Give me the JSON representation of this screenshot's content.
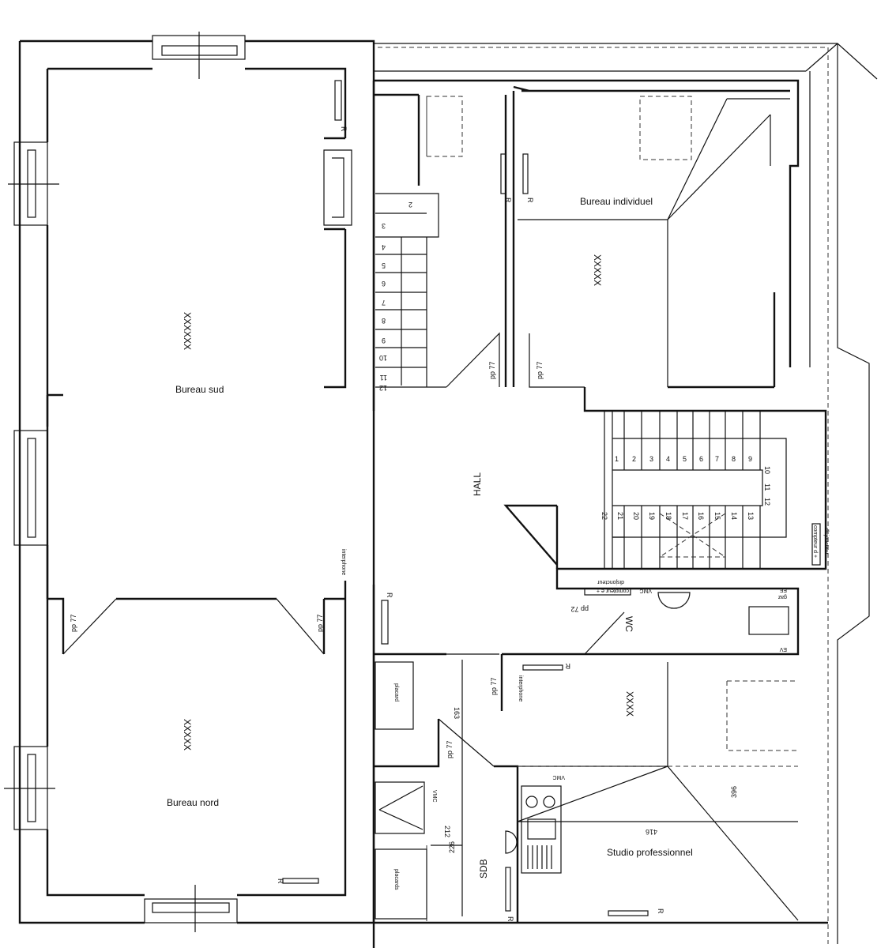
{
  "rooms": {
    "bureau_sud": "Bureau sud",
    "bureau_nord": "Bureau nord",
    "bureau_individuel": "Bureau individuel",
    "studio": "Studio professionnel",
    "hall": "HALL",
    "wc": "WC",
    "sdb": "SDB"
  },
  "floor_marks": {
    "bureau_sud": "XXXXXX",
    "bureau_nord": "XXXXX",
    "bureau_individuel": "XXXXX",
    "studio": "XXXX"
  },
  "doors": {
    "pp77": "pp 77",
    "pp72": "pp 72"
  },
  "fixtures": {
    "radiator": "R",
    "interphone": "interphone",
    "placard": "placard",
    "placards": "placards",
    "disjoncteur": "disjoncteur",
    "compteur_edf": "compteur e +",
    "compteur_gaz": "compteur d +",
    "disjoncteur_right": "disjoncteur",
    "gaz": "gaz",
    "ef": "EF",
    "ev": "EV",
    "vmc": "VMC",
    "vmc_label": "VMC"
  },
  "dimensions": {
    "d163": "163",
    "d212": "212",
    "d226": "226",
    "d416": "416",
    "d396": "396"
  },
  "stairs": {
    "left": [
      "2",
      "3",
      "4",
      "5",
      "6",
      "7",
      "8",
      "9",
      "10",
      "11",
      "12"
    ],
    "center_top": [
      "1",
      "2",
      "3",
      "4",
      "5",
      "6",
      "7",
      "8",
      "9",
      "10"
    ],
    "center_turn": [
      "11",
      "12"
    ],
    "center_bottom": [
      "22",
      "21",
      "20",
      "19",
      "18",
      "17",
      "16",
      "15",
      "14",
      "13"
    ]
  }
}
